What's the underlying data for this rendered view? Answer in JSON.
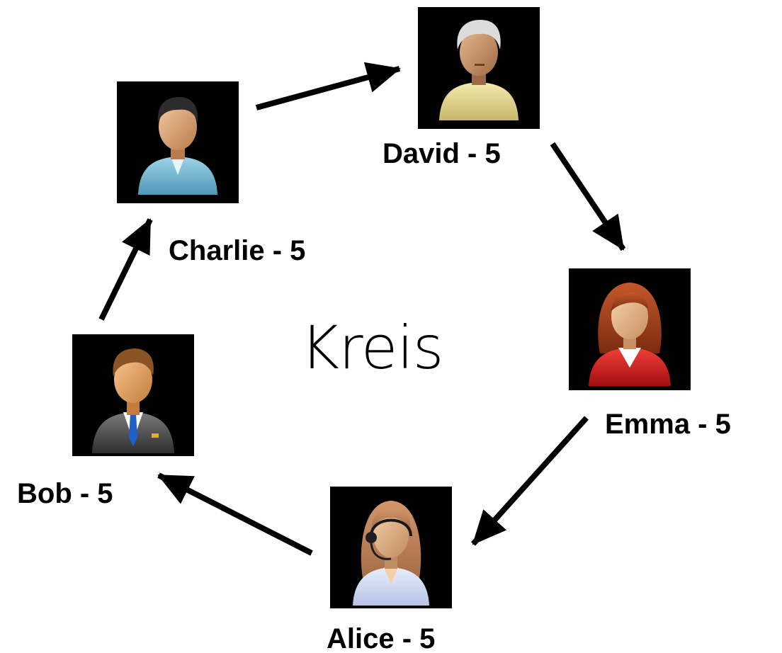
{
  "title": "Kreis",
  "colors": {
    "background": "#ffffff",
    "avatar_background": "#000000",
    "arrow": "#000000",
    "label": "#000000"
  },
  "nodes": [
    {
      "id": "charlie",
      "icon": "male-user-light-blue-shirt-icon",
      "label": "Charlie - 5"
    },
    {
      "id": "david",
      "icon": "elder-male-user-icon",
      "label": "David - 5"
    },
    {
      "id": "emma",
      "icon": "female-user-red-blouse-icon",
      "label": "Emma - 5"
    },
    {
      "id": "alice",
      "icon": "female-operator-headset-icon",
      "label": "Alice - 5"
    },
    {
      "id": "bob",
      "icon": "male-user-business-suit-icon",
      "label": "Bob - 5"
    }
  ],
  "edges": [
    {
      "from": "charlie",
      "to": "david"
    },
    {
      "from": "david",
      "to": "emma"
    },
    {
      "from": "emma",
      "to": "alice"
    },
    {
      "from": "alice",
      "to": "bob"
    },
    {
      "from": "bob",
      "to": "charlie"
    }
  ]
}
